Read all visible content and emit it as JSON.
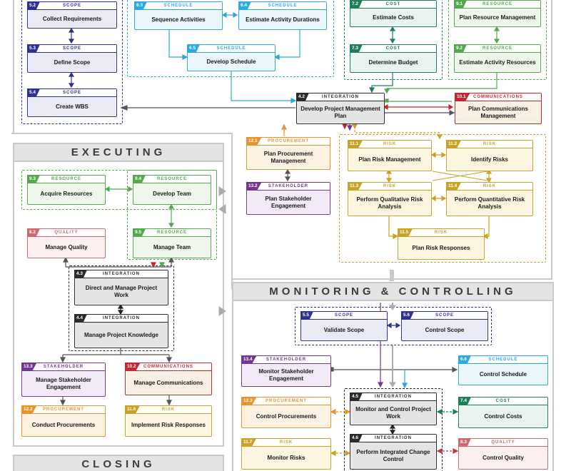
{
  "sections": {
    "executing": "EXECUTING",
    "monitoring": "MONITORING & CONTROLLING",
    "closing": "CLOSING"
  },
  "categories": {
    "scope": {
      "label": "SCOPE",
      "color": "#2E3192"
    },
    "schedule": {
      "label": "SCHEDULE",
      "color": "#2BA9E0"
    },
    "cost": {
      "label": "COST",
      "color": "#1E7E5A"
    },
    "resource": {
      "label": "RESOURCE",
      "color": "#53A84F"
    },
    "integration": {
      "label": "INTEGRATION",
      "color": "#2B2B2B"
    },
    "communications": {
      "label": "COMMUNICATIONS",
      "color": "#C1272D"
    },
    "procurement": {
      "label": "PROCUREMENT",
      "color": "#E8932C"
    },
    "stakeholder": {
      "label": "STAKEHOLDER",
      "color": "#74368F"
    },
    "risk": {
      "label": "RISK",
      "color": "#C9A227"
    },
    "quality": {
      "label": "QUALITY",
      "color": "#CC6A70"
    }
  },
  "processes": [
    {
      "num": "5.2",
      "category": "SCOPE",
      "title": "Collect Requirements"
    },
    {
      "num": "5.3",
      "category": "SCOPE",
      "title": "Define Scope"
    },
    {
      "num": "5.4",
      "category": "SCOPE",
      "title": "Create WBS"
    },
    {
      "num": "6.3",
      "category": "SCHEDULE",
      "title": "Sequence Activities"
    },
    {
      "num": "6.4",
      "category": "SCHEDULE",
      "title": "Estimate Activity Durations"
    },
    {
      "num": "6.5",
      "category": "SCHEDULE",
      "title": "Develop Schedule"
    },
    {
      "num": "7.2",
      "category": "COST",
      "title": "Estimate Costs"
    },
    {
      "num": "7.3",
      "category": "COST",
      "title": "Determine Budget"
    },
    {
      "num": "9.1",
      "category": "RESOURCE",
      "title": "Plan Resource Management"
    },
    {
      "num": "9.2",
      "category": "RESOURCE",
      "title": "Estimate Activity Resources"
    },
    {
      "num": "4.2",
      "category": "INTEGRATION",
      "title": "Develop Project Management Plan"
    },
    {
      "num": "10.1",
      "category": "COMMUNICATIONS",
      "title": "Plan Communications Management"
    },
    {
      "num": "12.1",
      "category": "PROCUREMENT",
      "title": "Plan Procurement Management"
    },
    {
      "num": "13.2",
      "category": "STAKEHOLDER",
      "title": "Plan Stakeholder Engagement"
    },
    {
      "num": "11.1",
      "category": "RISK",
      "title": "Plan Risk Management"
    },
    {
      "num": "11.2",
      "category": "RISK",
      "title": "Identify Risks"
    },
    {
      "num": "11.3",
      "category": "RISK",
      "title": "Perform Qualitative Risk Analysis"
    },
    {
      "num": "11.4",
      "category": "RISK",
      "title": "Perform Quantitative Risk Analysis"
    },
    {
      "num": "11.5",
      "category": "RISK",
      "title": "Plan Risk Responses"
    },
    {
      "num": "9.3",
      "category": "RESOURCE",
      "title": "Acquire Resources"
    },
    {
      "num": "9.4",
      "category": "RESOURCE",
      "title": "Develop Team"
    },
    {
      "num": "8.2",
      "category": "QUALITY",
      "title": "Manage Quality"
    },
    {
      "num": "9.5",
      "category": "RESOURCE",
      "title": "Manage Team"
    },
    {
      "num": "4.3",
      "category": "INTEGRATION",
      "title": "Direct and Manage Project Work"
    },
    {
      "num": "4.4",
      "category": "INTEGRATION",
      "title": "Manage Project Knowledge"
    },
    {
      "num": "13.3",
      "category": "STAKEHOLDER",
      "title": "Manage Stakeholder Engagement"
    },
    {
      "num": "10.2",
      "category": "COMMUNICATIONS",
      "title": "Manage Communications"
    },
    {
      "num": "12.2",
      "category": "PROCUREMENT",
      "title": "Conduct Procurements"
    },
    {
      "num": "11.6",
      "category": "RISK",
      "title": "Implement Risk Responses"
    },
    {
      "num": "5.5",
      "category": "SCOPE",
      "title": "Validate Scope"
    },
    {
      "num": "5.6",
      "category": "SCOPE",
      "title": "Control Scope"
    },
    {
      "num": "13.4",
      "category": "STAKEHOLDER",
      "title": "Monitor Stakeholder Engagement"
    },
    {
      "num": "6.6",
      "category": "SCHEDULE",
      "title": "Control Schedule"
    },
    {
      "num": "12.3",
      "category": "PROCUREMENT",
      "title": "Control Procurements"
    },
    {
      "num": "4.5",
      "category": "INTEGRATION",
      "title": "Monitor and Control Project Work"
    },
    {
      "num": "7.4",
      "category": "COST",
      "title": "Control Costs"
    },
    {
      "num": "11.7",
      "category": "RISK",
      "title": "Monitor Risks"
    },
    {
      "num": "4.6",
      "category": "INTEGRATION",
      "title": "Perform Integrated Change Control"
    },
    {
      "num": "8.3",
      "category": "QUALITY",
      "title": "Control Quality"
    }
  ]
}
